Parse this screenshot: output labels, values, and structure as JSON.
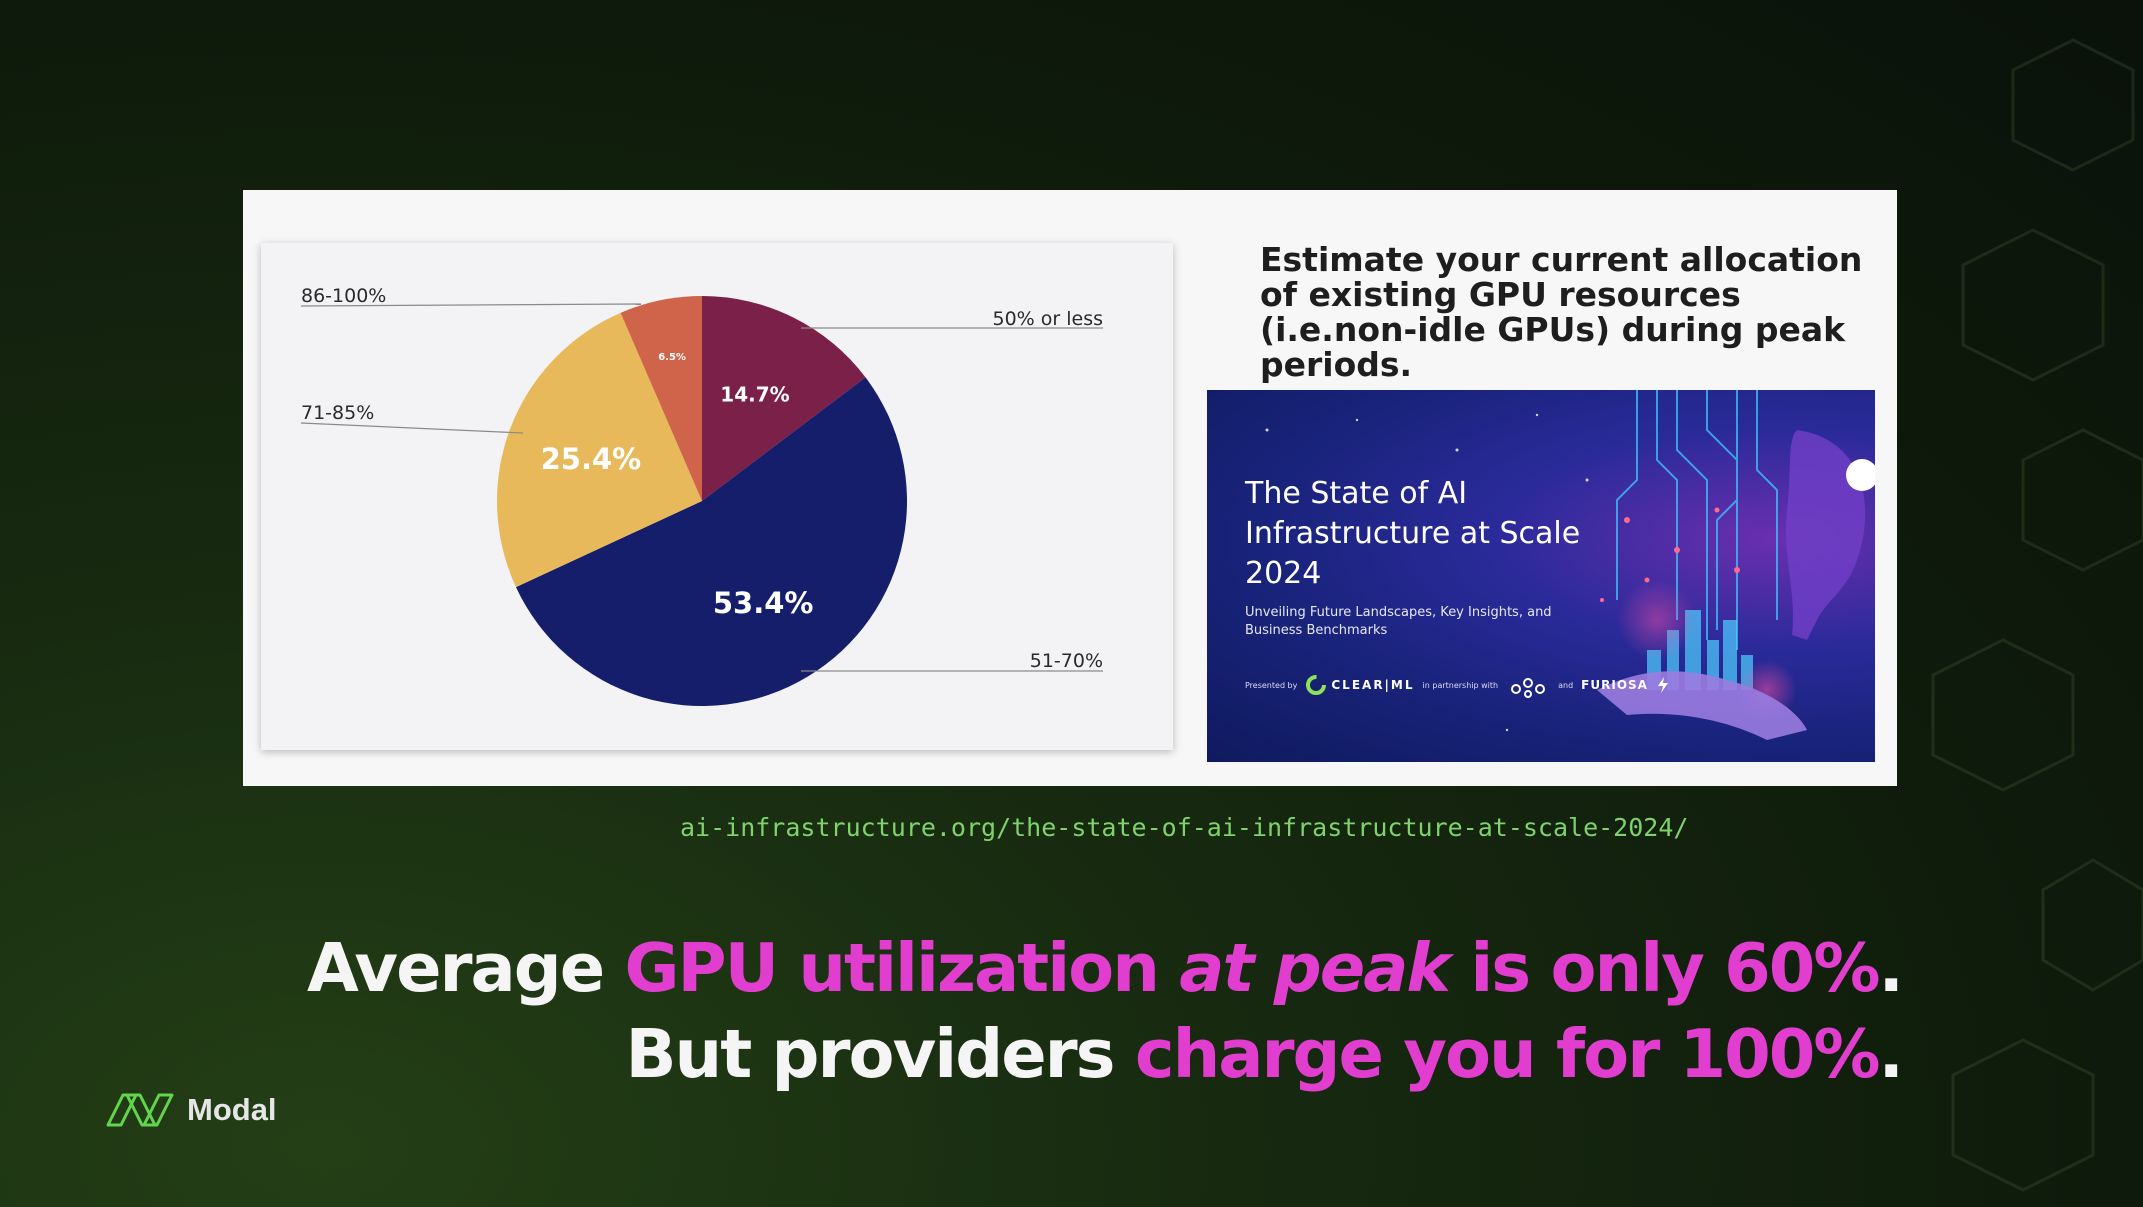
{
  "slide": {
    "url": "ai-infrastructure.org/the-state-of-ai-infrastructure-at-scale-2024/",
    "headline_line1": {
      "white1": "Average",
      "pink1": "GPU utilization",
      "pink_italic": "at peak",
      "pink2": "is only 60%",
      "white_end": "."
    },
    "headline_line2": {
      "white1": "But providers",
      "pink1": "charge you for 100%",
      "white_end": "."
    },
    "logo": {
      "icon": "modal-logo-icon",
      "name": "Modal"
    },
    "colors": {
      "accent_pink": "#e13ed0",
      "url_green": "#7fd36a"
    }
  },
  "survey": {
    "question": "Estimate your current allocation of existing GPU resources (i.e.non-idle GPUs) during peak periods."
  },
  "report_cover": {
    "title": "The State of AI Infrastructure at Scale 2024",
    "subtitle": "Unveiling Future Landscapes, Key Insights, and Business Benchmarks",
    "presented_by": "Presented by",
    "clearml": "CLEAR|ML",
    "in_partnership_with": "in partnership with",
    "and": "and",
    "furiosa": "FURIOSA"
  },
  "chart_data": {
    "type": "pie",
    "slices": [
      {
        "label": "50% or less",
        "value": 14.7,
        "value_label": "14.7%",
        "color": "#7a2049"
      },
      {
        "label": "51-70%",
        "value": 53.4,
        "value_label": "53.4%",
        "color": "#141e6b"
      },
      {
        "label": "71-85%",
        "value": 25.4,
        "value_label": "25.4%",
        "color": "#e7b95a"
      },
      {
        "label": "86-100%",
        "value": 6.5,
        "value_label": "6.5%",
        "color": "#d0644a"
      }
    ],
    "legend": "callout labels"
  }
}
